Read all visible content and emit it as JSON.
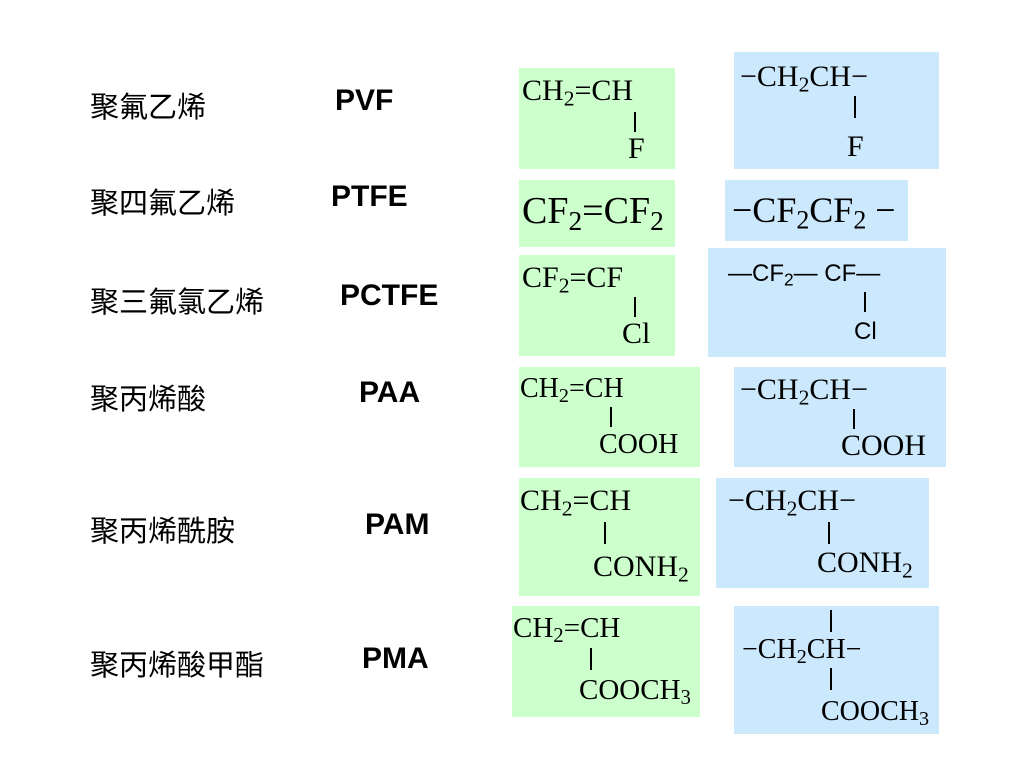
{
  "rows": [
    {
      "name": "聚氟乙烯",
      "abbr": "PVF",
      "monomer": {
        "line1": "CH",
        "sub1": "2",
        "line1b": "=CH",
        "line2": "F"
      },
      "polymer": {
        "line1": "−CH",
        "sub1": "2",
        "line1b": "CH−",
        "line2": "F"
      }
    },
    {
      "name": "聚四氟乙烯",
      "abbr": "PTFE",
      "monomer": {
        "a": "CF",
        "sa": "2",
        "b": "=CF",
        "sb": "2"
      },
      "polymer": {
        "a": "−CF",
        "sa": "2",
        "b": "CF",
        "sb": "2",
        "c": " −"
      }
    },
    {
      "name": "聚三氟氯乙烯",
      "abbr": "PCTFE",
      "monomer": {
        "line1": "CF",
        "sub1": "2",
        "line1b": "=CF",
        "line2": "Cl"
      },
      "polymer": {
        "line1": "—CF",
        "sub1": "2",
        "line1b": "— CF—",
        "line2": "Cl"
      }
    },
    {
      "name": "聚丙烯酸",
      "abbr": "PAA",
      "monomer": {
        "line1": "CH",
        "sub1": "2",
        "line1b": "=CH",
        "line2": "COOH"
      },
      "polymer": {
        "line1": "−CH",
        "sub1": "2",
        "line1b": "CH−",
        "line2": "COOH"
      }
    },
    {
      "name": "聚丙烯酰胺",
      "abbr": "PAM",
      "monomer": {
        "line1": "CH",
        "sub1": "2",
        "line1b": "=CH",
        "line2": "CONH",
        "sub2": "2"
      },
      "polymer": {
        "line1": "−CH",
        "sub1": "2",
        "line1b": "CH−",
        "line2": "CONH",
        "sub2": "2"
      }
    },
    {
      "name": "聚丙烯酸甲酯",
      "abbr": "PMA",
      "monomer": {
        "line1": "CH",
        "sub1": "2",
        "line1b": "=CH",
        "line2": "COOCH",
        "sub2": "3"
      },
      "polymer": {
        "line1": "−CH",
        "sub1": "2",
        "line1b": "CH−",
        "line2": "COOCH",
        "sub2": "3"
      }
    }
  ]
}
